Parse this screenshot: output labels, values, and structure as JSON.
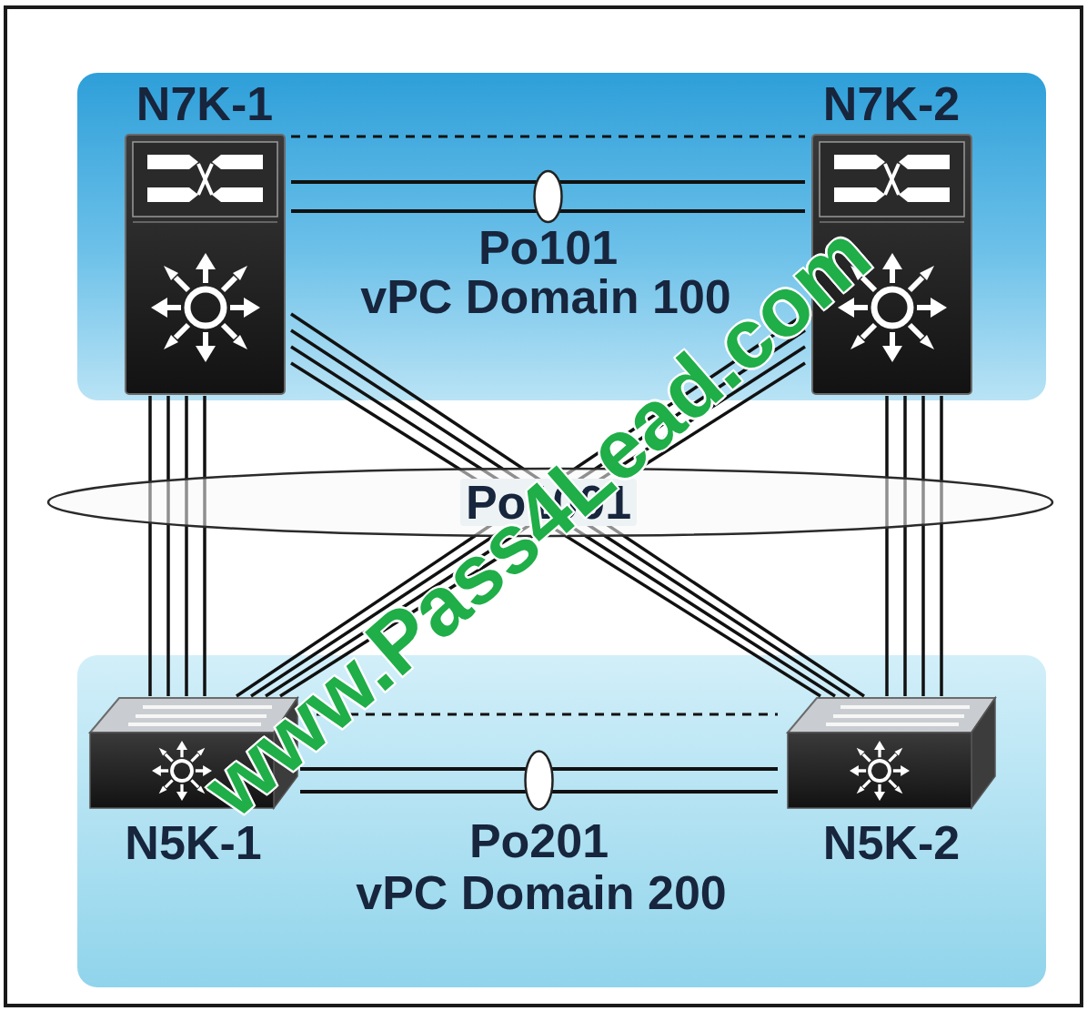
{
  "diagram": {
    "nodes": [
      {
        "text": [
          "vPC Domain 100"
        ]
      },
      {
        "text": [
          "N7K-1"
        ],
        "in": 0
      },
      {
        "text": [
          "N7K-2"
        ],
        "in": 0
      },
      {
        "text": [
          "vPC Domain 200"
        ]
      },
      {
        "text": [
          "N5K-1"
        ],
        "in": 3
      },
      {
        "text": [
          "N5K-2"
        ],
        "in": 3
      }
    ],
    "edges": [
      {
        "from": 1,
        "to": 2,
        "arrow": "none",
        "label": "Po101"
      },
      {
        "from": 1,
        "to": 2,
        "arrow": "none"
      },
      {
        "from": 1,
        "to": 4,
        "arrow": "none"
      },
      {
        "from": 1,
        "to": 5,
        "arrow": "none"
      },
      {
        "from": 2,
        "to": 4,
        "arrow": "none"
      },
      {
        "from": 2,
        "to": 5,
        "arrow": "none"
      },
      {
        "from": 4,
        "to": 5,
        "arrow": "none",
        "label": "Po201"
      },
      {
        "from": 4,
        "to": 5,
        "arrow": "none"
      }
    ],
    "labels": [
      "Po1001",
      "www.Pass4Lead.com"
    ]
  }
}
